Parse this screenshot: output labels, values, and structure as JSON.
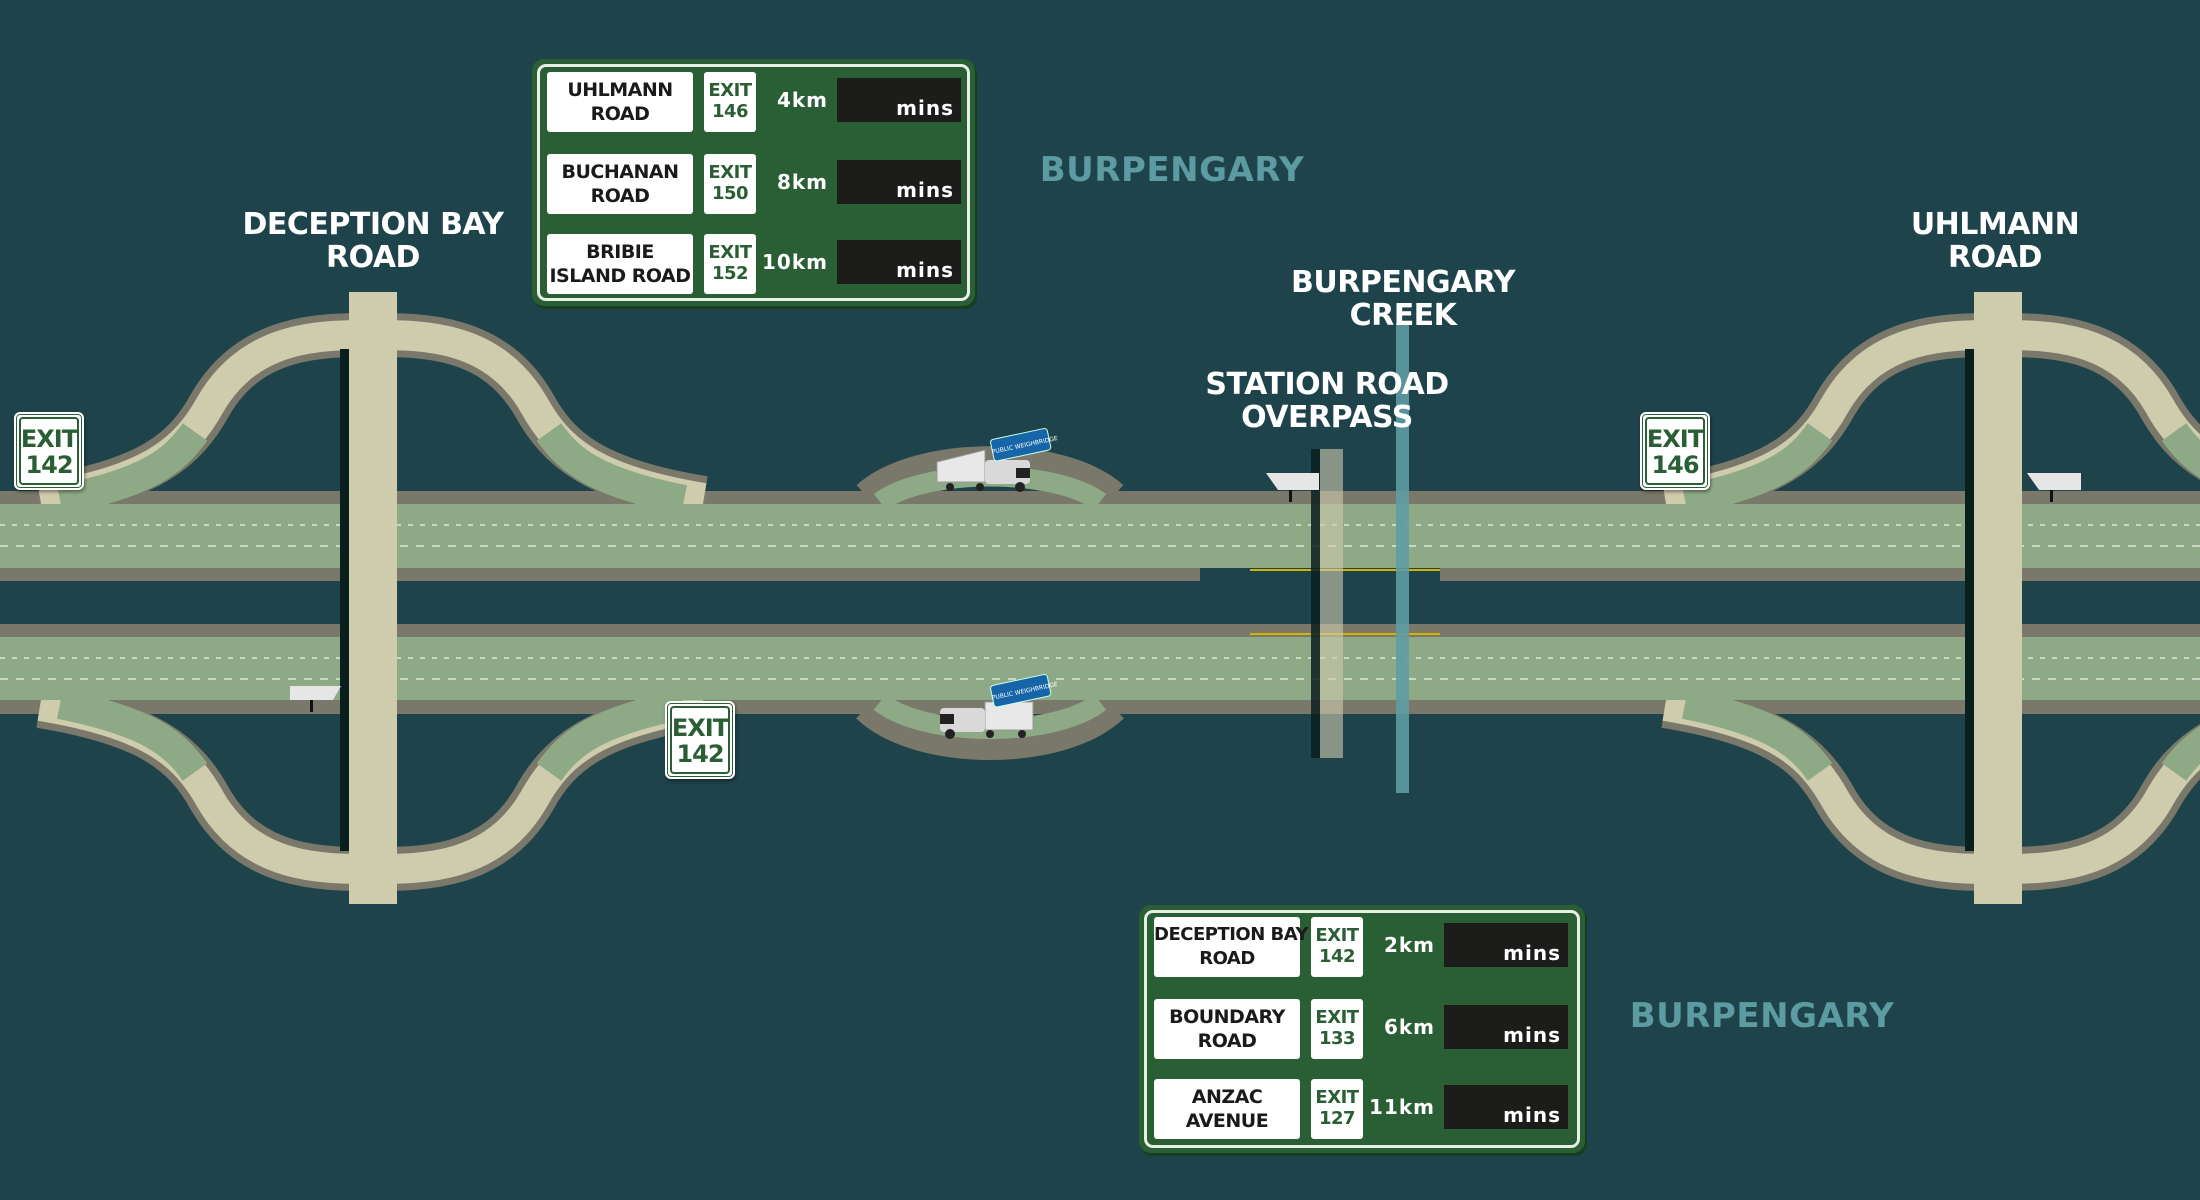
{
  "labels": {
    "deception_bay": [
      "DECEPTION BAY",
      "ROAD"
    ],
    "uhlmann": [
      "UHLMANN",
      "ROAD"
    ],
    "creek": [
      "BURPENGARY",
      "CREEK"
    ],
    "overpass": [
      "STATION ROAD",
      "OVERPASS"
    ],
    "area_top": "BURPENGARY",
    "area_bottom": "BURPENGARY"
  },
  "exit_signs": [
    {
      "word": "EXIT",
      "number": "142"
    },
    {
      "word": "EXIT",
      "number": "146"
    },
    {
      "word": "EXIT",
      "number": "142"
    }
  ],
  "weighbridge_sign": "PUBLIC WEIGHBRIDGE",
  "vms_northbound": [
    {
      "name": [
        "UHLMANN",
        "ROAD"
      ],
      "exit": "EXIT",
      "exit_no": "146",
      "distance": "4km",
      "time_unit": "mins"
    },
    {
      "name": [
        "BUCHANAN",
        "ROAD"
      ],
      "exit": "EXIT",
      "exit_no": "150",
      "distance": "8km",
      "time_unit": "mins"
    },
    {
      "name": [
        "BRIBIE",
        "ISLAND ROAD"
      ],
      "exit": "EXIT",
      "exit_no": "152",
      "distance": "10km",
      "time_unit": "mins"
    }
  ],
  "vms_southbound": [
    {
      "name": [
        "DECEPTION BAY",
        "ROAD"
      ],
      "exit": "EXIT",
      "exit_no": "142",
      "distance": "2km",
      "time_unit": "mins"
    },
    {
      "name": [
        "BOUNDARY",
        "ROAD"
      ],
      "exit": "EXIT",
      "exit_no": "133",
      "distance": "6km",
      "time_unit": "mins"
    },
    {
      "name": [
        "ANZAC",
        "AVENUE"
      ],
      "exit": "EXIT",
      "exit_no": "127",
      "distance": "11km",
      "time_unit": "mins"
    }
  ],
  "colors": {
    "background": "#1f434a",
    "road": "#8da985",
    "shoulder": "#79786a",
    "crossroad": "#cfcbad",
    "sign_green": "#2a5e35",
    "area_label": "#5b9ba1"
  }
}
